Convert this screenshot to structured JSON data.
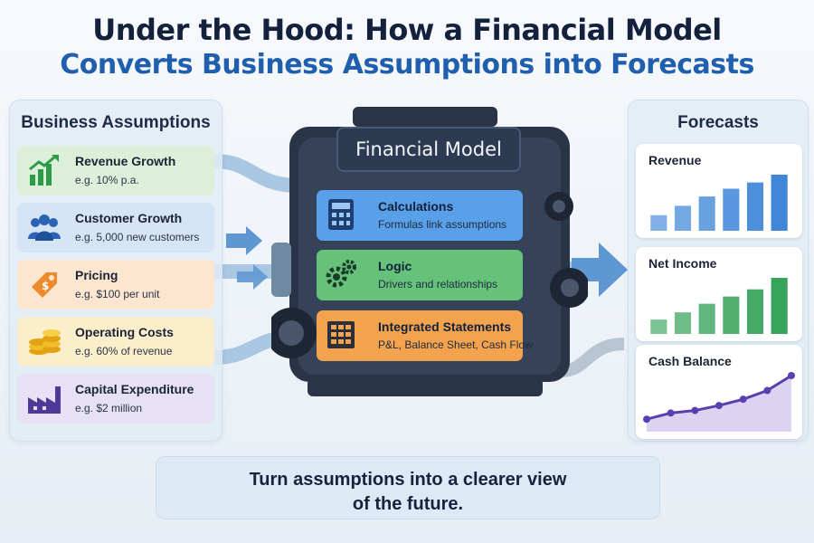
{
  "header": {
    "title_line1": "Under the Hood: How a Financial Model",
    "title_line2": "Converts Business Assumptions into Forecasts"
  },
  "assumptions": {
    "title": "Business Assumptions",
    "items": [
      {
        "name": "Revenue Growth",
        "example": "e.g. 10% p.a.",
        "icon": "growth-chart-icon",
        "color": "#dcefd8"
      },
      {
        "name": "Customer Growth",
        "example": "e.g. 5,000 new customers",
        "icon": "people-icon",
        "color": "#d6e5f6"
      },
      {
        "name": "Pricing",
        "example": "e.g. $100 per unit",
        "icon": "price-tag-icon",
        "color": "#fde6cf"
      },
      {
        "name": "Operating Costs",
        "example": "e.g. 60% of revenue",
        "icon": "coins-icon",
        "color": "#fbeecb"
      },
      {
        "name": "Capital Expenditure",
        "example": "e.g. $2 million",
        "icon": "factory-icon",
        "color": "#e6e1f4"
      }
    ]
  },
  "model": {
    "title": "Financial Model",
    "modules": [
      {
        "name": "Calculations",
        "desc": "Formulas link assumptions",
        "icon": "calculator-icon",
        "color": "#5aa0e8"
      },
      {
        "name": "Logic",
        "desc": "Drivers and relationships",
        "icon": "gears-icon",
        "color": "#66c27a"
      },
      {
        "name": "Integrated Statements",
        "desc": "P&L, Balance Sheet, Cash Flow",
        "icon": "spreadsheet-icon",
        "color": "#f3a24d"
      }
    ]
  },
  "forecasts": {
    "title": "Forecasts",
    "charts": [
      {
        "label": "Revenue",
        "type": "bar",
        "values": [
          1,
          1.6,
          2.2,
          2.7,
          3.1,
          3.6
        ],
        "color": "#3f86d8"
      },
      {
        "label": "Net Income",
        "type": "bar",
        "values": [
          1,
          1.5,
          2.1,
          2.6,
          3.1,
          3.9
        ],
        "color": "#36a35a"
      },
      {
        "label": "Cash Balance",
        "type": "line",
        "values": [
          1,
          1.5,
          1.7,
          2.1,
          2.6,
          3.3,
          4.5
        ],
        "color": "#5a3fae"
      }
    ]
  },
  "footer": {
    "line1": "Turn assumptions into a clearer view",
    "line2": "of the future."
  }
}
